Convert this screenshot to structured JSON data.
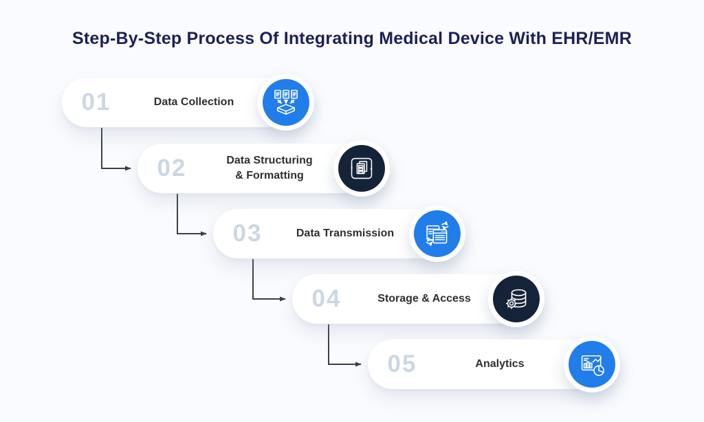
{
  "title": "Step-By-Step Process Of Integrating Medical Device With EHR/EMR",
  "colors": {
    "background": "#fafbfe",
    "pill": "#ffffff",
    "title": "#1b2156",
    "number": "#ccd7e5",
    "label": "#2d2f33",
    "arrow": "#3b4046",
    "icon_blue": "#217de9",
    "icon_navy": "#152339"
  },
  "steps": [
    {
      "number": "01",
      "label": "Data Collection",
      "icon": "data-collection-icon",
      "icon_style": "blue"
    },
    {
      "number": "02",
      "label": "Data Structuring\n& Formatting",
      "icon": "data-structuring-formatting-icon",
      "icon_style": "navy"
    },
    {
      "number": "03",
      "label": "Data Transmission",
      "icon": "data-transmission-icon",
      "icon_style": "blue"
    },
    {
      "number": "04",
      "label": "Storage & Access",
      "icon": "storage-access-icon",
      "icon_style": "navy"
    },
    {
      "number": "05",
      "label": "Analytics",
      "icon": "analytics-icon",
      "icon_style": "blue"
    }
  ]
}
